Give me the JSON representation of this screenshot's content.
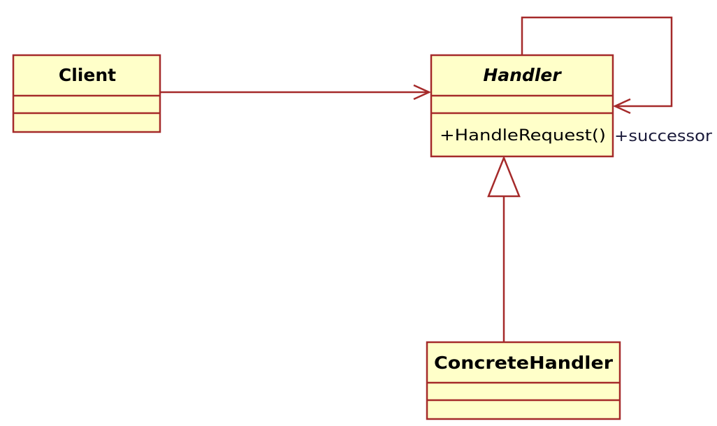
{
  "diagram": {
    "type": "uml-class-diagram",
    "colors": {
      "box_fill": "#ffffc9",
      "line": "#a52a2a",
      "text": "#000000"
    },
    "classes": {
      "client": {
        "name": "Client",
        "abstract": false,
        "operations": []
      },
      "handler": {
        "name": "Handler",
        "abstract": true,
        "operations": [
          "+HandleRequest()"
        ]
      },
      "concrete_handler": {
        "name": "ConcreteHandler",
        "abstract": false,
        "operations": []
      }
    },
    "relationships": [
      {
        "kind": "association",
        "from": "Client",
        "to": "Handler",
        "navigable": true
      },
      {
        "kind": "association",
        "from": "Handler",
        "to": "Handler",
        "navigable": true,
        "role": "+successor"
      },
      {
        "kind": "generalization",
        "from": "ConcreteHandler",
        "to": "Handler"
      }
    ],
    "labels": {
      "successor_role": "+successor"
    }
  }
}
